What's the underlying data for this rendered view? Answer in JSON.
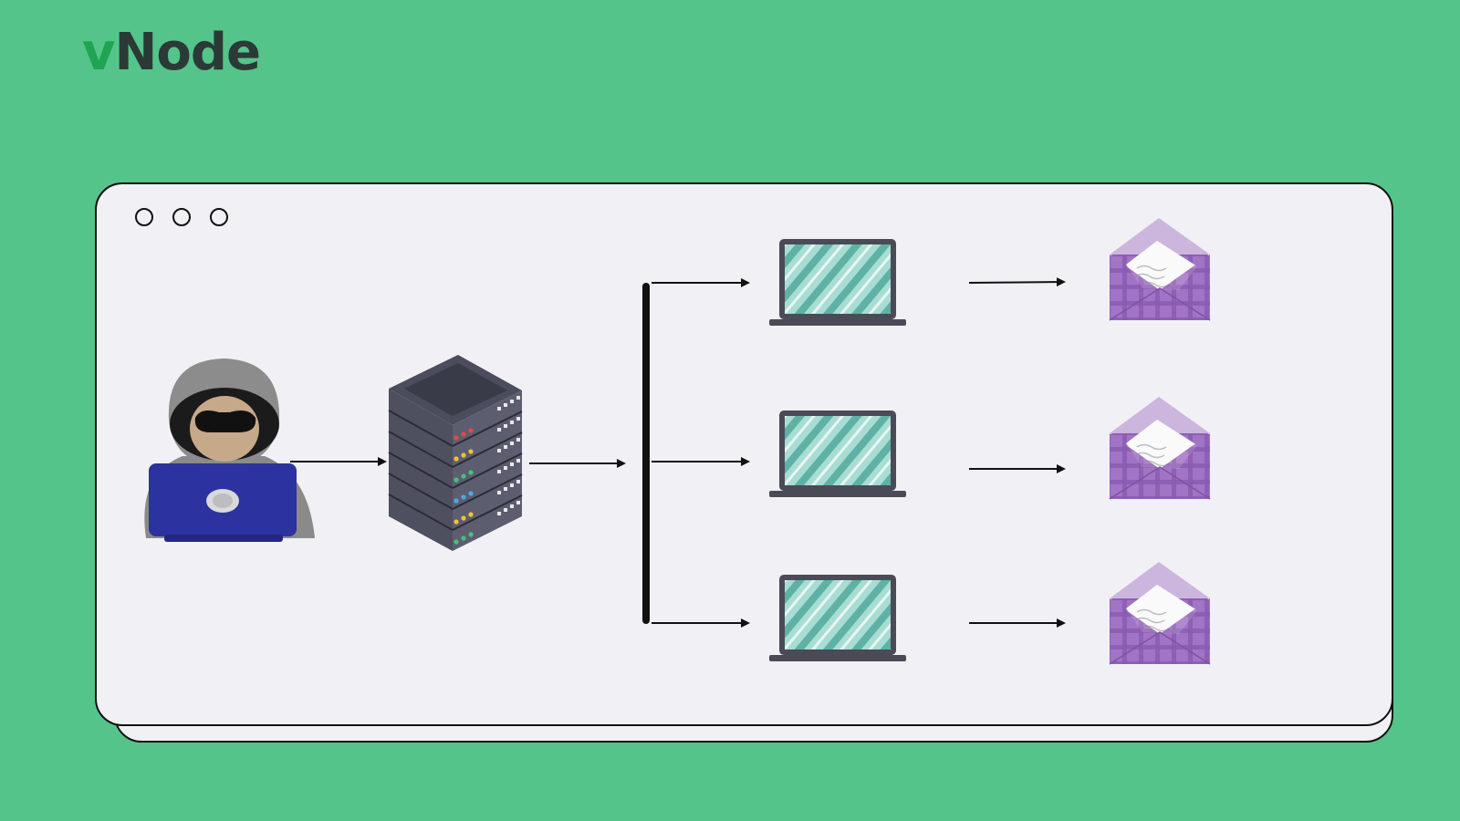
{
  "logo": {
    "accent": "v",
    "rest": "Node"
  },
  "colors": {
    "background": "#55c48b",
    "card": "#f1f1f5",
    "logo_accent": "#1ea552",
    "logo_text": "#2b3a36",
    "laptop_screen": "#8fd4c8",
    "envelope": "#9b6cbf"
  },
  "window_controls": [
    "circle",
    "circle",
    "circle"
  ],
  "nodes": {
    "attacker": "hacker-with-laptop-icon",
    "server": "server-rack-icon",
    "targets": [
      "laptop-icon",
      "laptop-icon",
      "laptop-icon"
    ],
    "messages": [
      "envelope-icon",
      "envelope-icon",
      "envelope-icon"
    ]
  }
}
